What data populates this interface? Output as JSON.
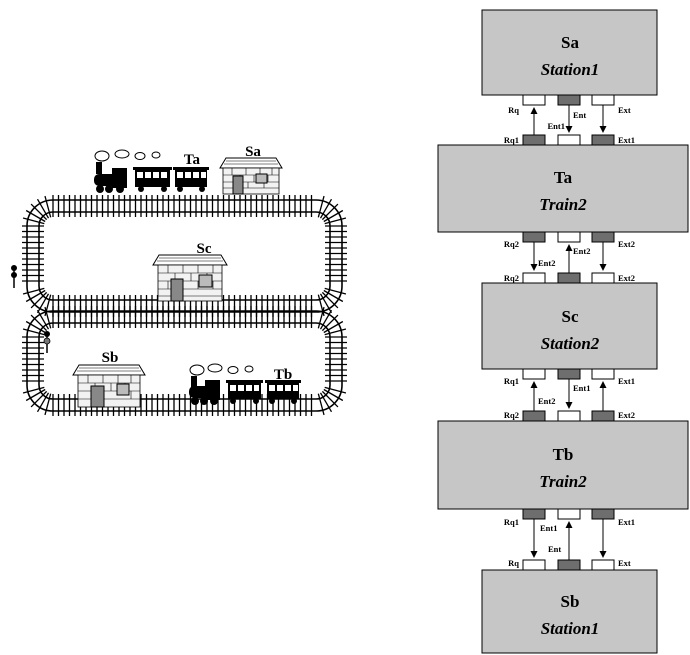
{
  "scene": {
    "labels": [
      {
        "id": "sa",
        "text": "Sa"
      },
      {
        "id": "ta",
        "text": "Ta"
      },
      {
        "id": "sc",
        "text": "Sc"
      },
      {
        "id": "sb",
        "text": "Sb"
      },
      {
        "id": "tb",
        "text": "Tb"
      }
    ],
    "icons": [
      "locomotive-icon",
      "train-car-icon",
      "station-building-icon",
      "railway-track-icon",
      "signal-icon",
      "smoke-puff-icon"
    ]
  },
  "components": [
    {
      "id": "sa",
      "name": "Sa",
      "type": "Station1"
    },
    {
      "id": "ta",
      "name": "Ta",
      "type": "Train2"
    },
    {
      "id": "sc",
      "name": "Sc",
      "type": "Station2"
    },
    {
      "id": "tb",
      "name": "Tb",
      "type": "Train2"
    },
    {
      "id": "sb",
      "name": "Sb",
      "type": "Station1"
    }
  ],
  "connectors": [
    {
      "between": [
        "Sa",
        "Ta"
      ],
      "upper_ports": [
        "Rq",
        "Ent",
        "Ext"
      ],
      "lower_ports": [
        "Rq1",
        "Ent1",
        "Ext1"
      ],
      "port_fills": [
        "white",
        "gray",
        "white"
      ],
      "lower_fills": [
        "gray",
        "white",
        "gray"
      ],
      "arrows": [
        "up",
        "down",
        "down"
      ]
    },
    {
      "between": [
        "Ta",
        "Sc"
      ],
      "upper_ports": [
        "Rq2",
        "Ent2",
        "Ext2"
      ],
      "lower_ports": [
        "Rq2",
        "Ent2",
        "Ext2"
      ],
      "port_fills": [
        "gray",
        "white",
        "gray"
      ],
      "lower_fills": [
        "white",
        "gray",
        "white"
      ],
      "arrows": [
        "down",
        "up",
        "down"
      ]
    },
    {
      "between": [
        "Sc",
        "Tb"
      ],
      "upper_ports": [
        "Rq1",
        "Ent1",
        "Ext1"
      ],
      "lower_ports": [
        "Rq2",
        "Ent2",
        "Ext2"
      ],
      "port_fills": [
        "white",
        "gray",
        "white"
      ],
      "lower_fills": [
        "gray",
        "white",
        "gray"
      ],
      "arrows": [
        "up",
        "down",
        "up"
      ]
    },
    {
      "between": [
        "Tb",
        "Sb"
      ],
      "upper_ports": [
        "Rq1",
        "Ent1",
        "Ext1"
      ],
      "lower_ports": [
        "Rq",
        "Ent",
        "Ext"
      ],
      "port_fills": [
        "gray",
        "white",
        "gray"
      ],
      "lower_fills": [
        "white",
        "gray",
        "white"
      ],
      "arrows": [
        "down",
        "up",
        "down"
      ]
    }
  ],
  "colors": {
    "box": "#c6c6c6",
    "port_gray": "#6e6e6e",
    "port_white": "#ffffff",
    "line": "#000000"
  }
}
